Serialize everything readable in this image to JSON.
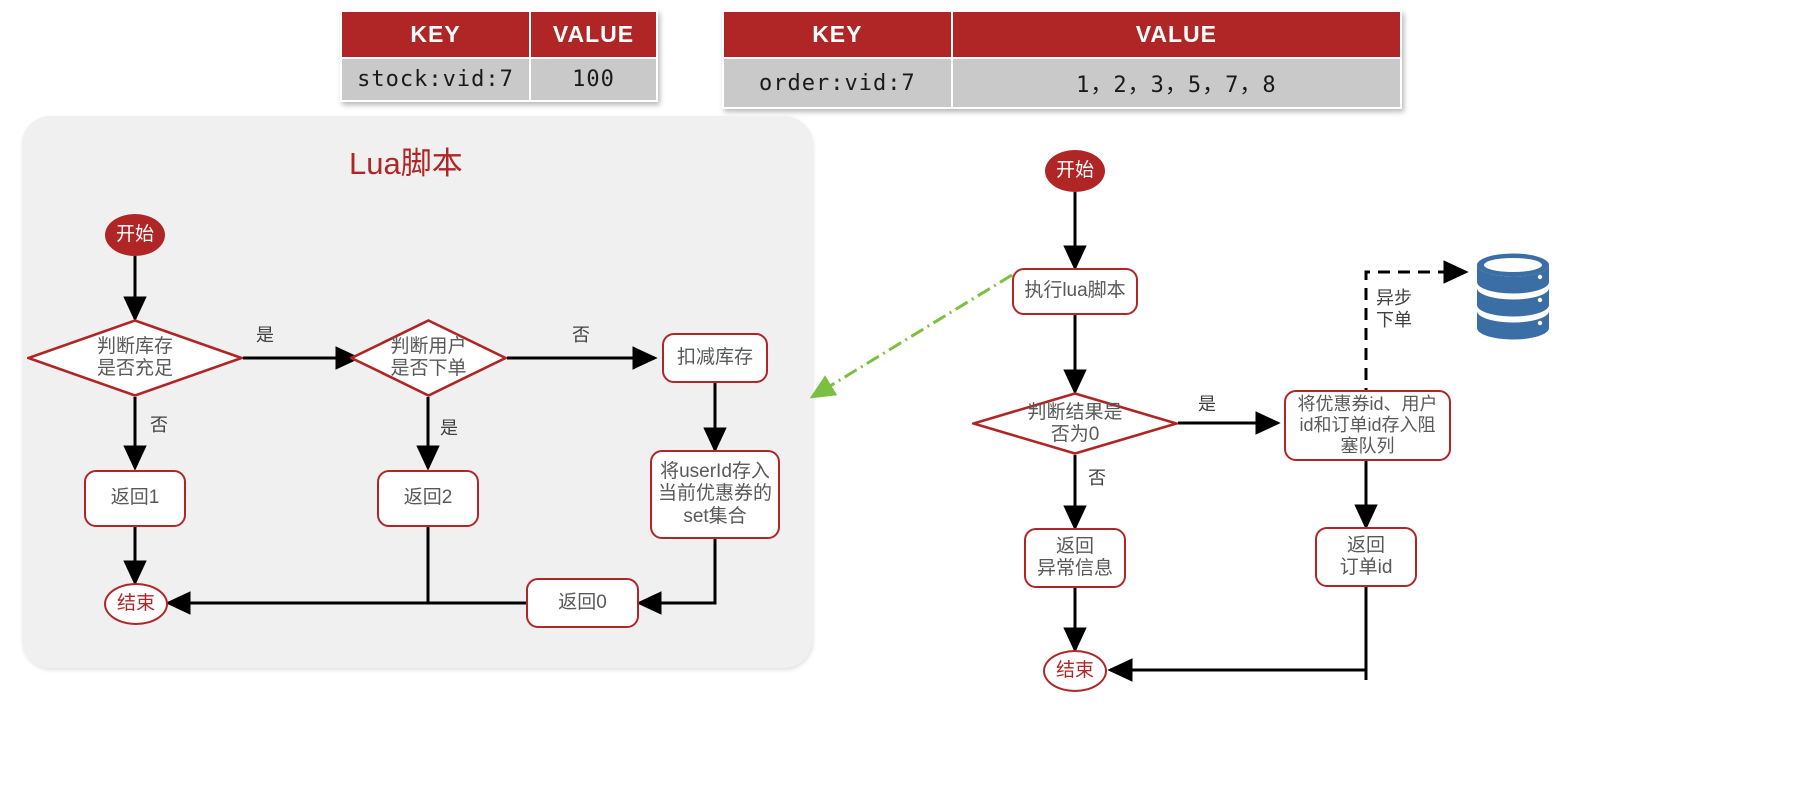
{
  "colors": {
    "brand_red": "#b02626",
    "panel_bg": "#f0f0f0",
    "table_header_bg": "#b02626",
    "table_cell_bg": "#c9c9c9",
    "node_text": "#595959",
    "arrow_black": "#000000",
    "async_green": "#7cc043",
    "db_blue": "#3b6ea5"
  },
  "tables": [
    {
      "name": "stock-table",
      "headers": [
        "KEY",
        "VALUE"
      ],
      "rows": [
        [
          "stock:vid:7",
          "100"
        ]
      ]
    },
    {
      "name": "order-table",
      "headers": [
        "KEY",
        "VALUE"
      ],
      "rows": [
        [
          "order:vid:7",
          "1，2，3，5，7，8"
        ]
      ]
    }
  ],
  "lua_panel": {
    "title": "Lua脚本",
    "nodes": {
      "start": "开始",
      "check_stock": "判断库存\n是否充足",
      "check_user": "判断用户\n是否下单",
      "deduct_stock": "扣减库存",
      "save_userid": "将userId存入\n当前优惠券的\nset集合",
      "return1": "返回1",
      "return2": "返回2",
      "return0": "返回0",
      "end": "结束"
    },
    "edge_labels": {
      "stock_yes": "是",
      "stock_no": "否",
      "user_no": "否",
      "user_yes": "是"
    }
  },
  "main_flow": {
    "nodes": {
      "start": "开始",
      "exec_lua": "执行lua脚本",
      "check_result": "判断结果是\n否为0",
      "enqueue": "将优惠券id、用户\nid和订单id存入阻\n塞队列",
      "return_error": "返回\n异常信息",
      "return_orderid": "返回\n订单id",
      "end": "结束"
    },
    "edge_labels": {
      "result_yes": "是",
      "result_no": "否",
      "async_order": "异步\n下单"
    },
    "database_icon": "database-cylinder-icon"
  }
}
